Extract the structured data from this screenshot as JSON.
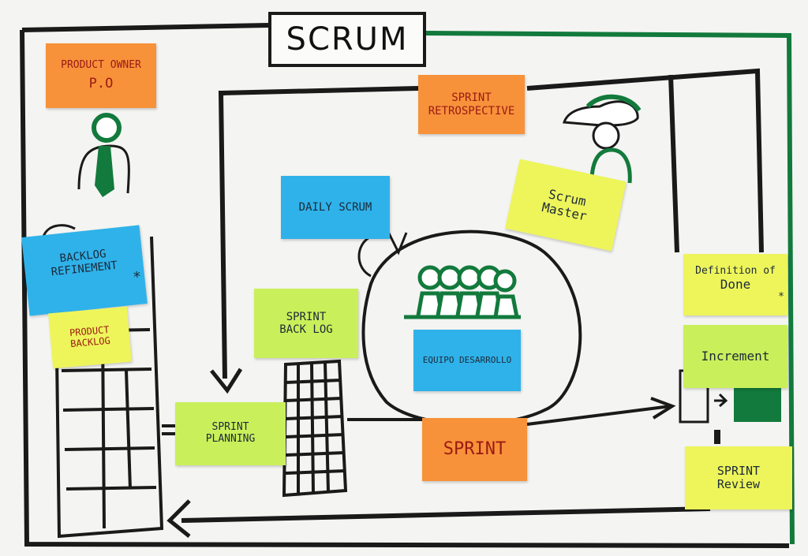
{
  "title": "SCRUM",
  "stickies": {
    "product_owner": {
      "line1": "PRODUCT OWNER",
      "line2": "P.O"
    },
    "sprint_retrospective": {
      "line1": "SPRINT",
      "line2": "RETROSPECTIVE"
    },
    "scrum_master": {
      "line1": "Scrum",
      "line2": "Master"
    },
    "daily_scrum": {
      "line1": "DAILY SCRUM"
    },
    "backlog_refinement": {
      "line1": "BACKLOG",
      "line2": "REFINEMENT",
      "mark": "*"
    },
    "product_backlog": {
      "line1": "PRODUCT",
      "line2": "BACKLOG"
    },
    "sprint_backlog": {
      "line1": "SPRINT",
      "line2": "BACK LOG"
    },
    "equipo_desarrollo": {
      "line1": "EQUIPO DESARROLLO"
    },
    "sprint_planning": {
      "line1": "SPRINT",
      "line2": "PLANNING"
    },
    "sprint": {
      "line1": "SPRINT"
    },
    "definition_of_done": {
      "line1": "Definition of",
      "line2": "Done",
      "mark": "*"
    },
    "increment": {
      "line1": "Increment"
    },
    "sprint_review": {
      "line1": "SPRINT",
      "line2": "Review"
    }
  },
  "colors": {
    "orange": "#f7923a",
    "blue": "#2fb2ea",
    "yellow": "#eef55a",
    "lime": "#c9f05a",
    "green_ink": "#127a3c",
    "black_ink": "#1a1a1a"
  }
}
